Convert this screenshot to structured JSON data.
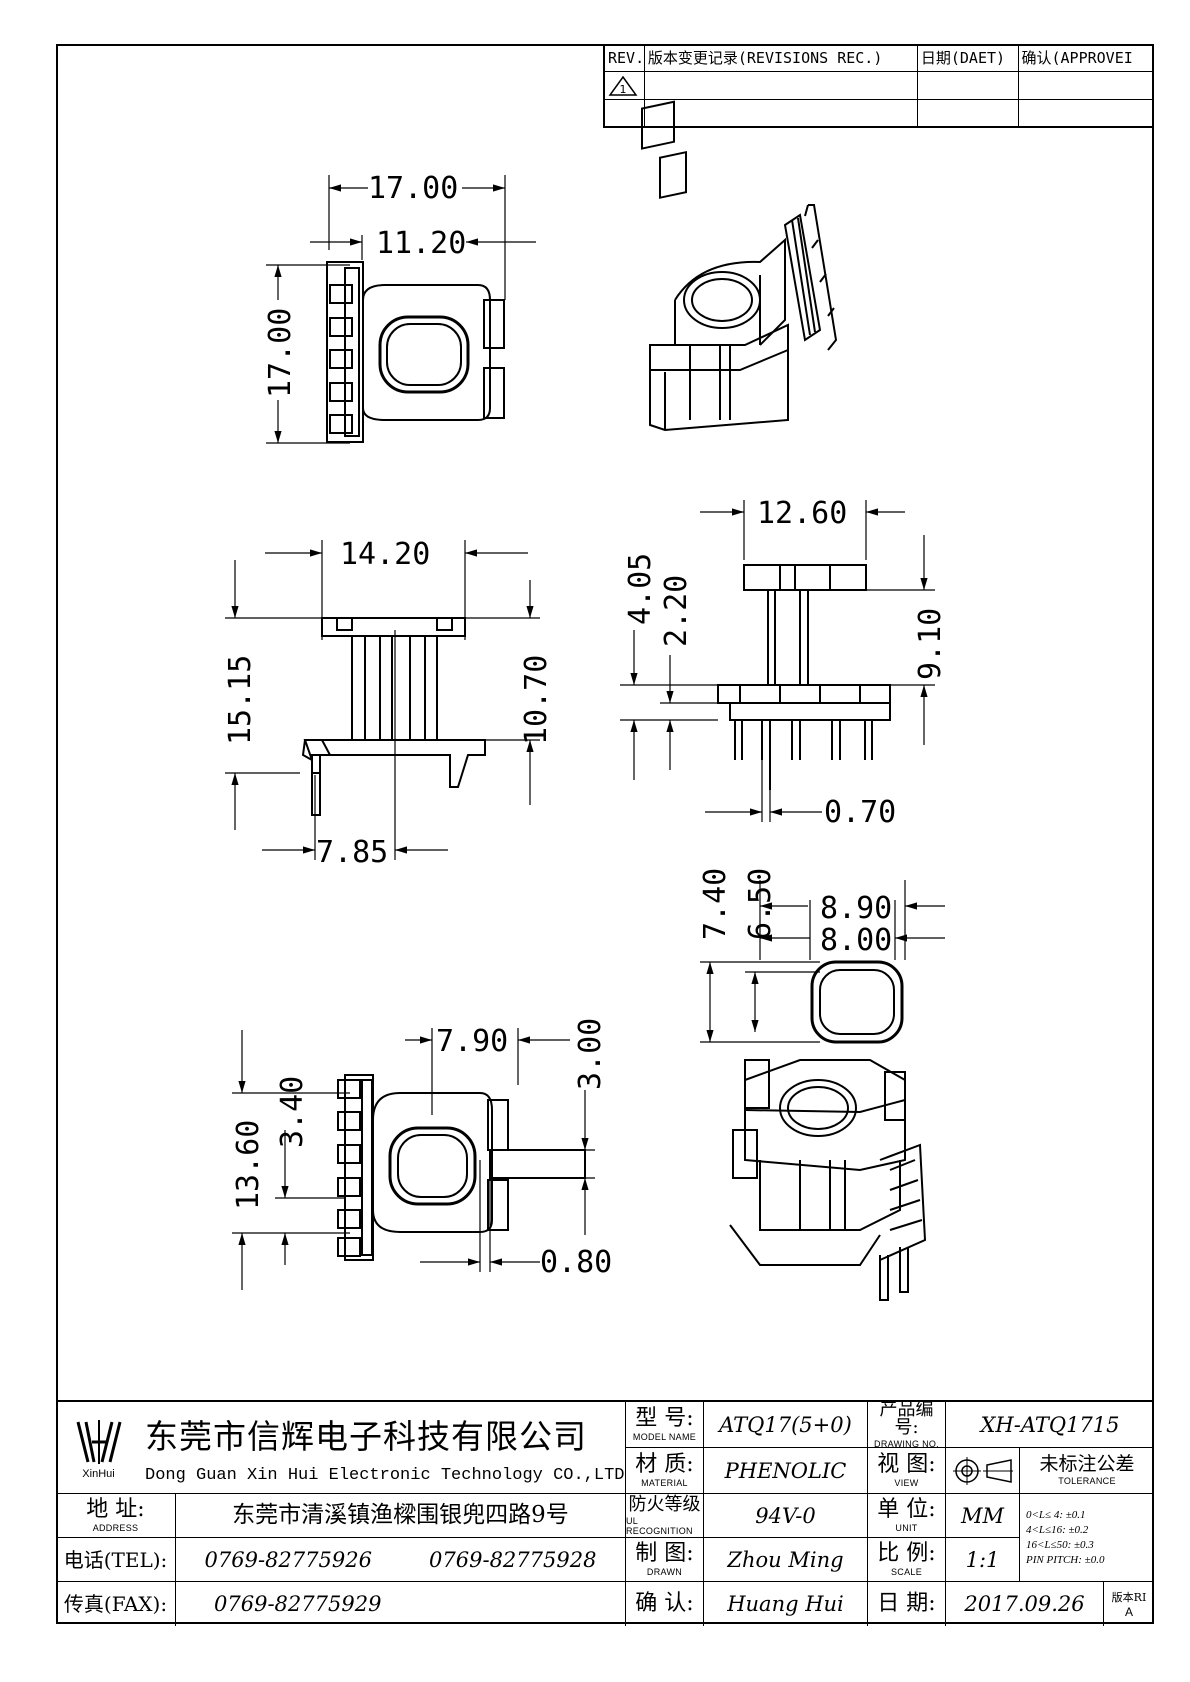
{
  "revision_table": {
    "headers": [
      "REV.",
      "版本变更记录(REVISIONS REC.)",
      "日期(DAET)",
      "确认(APPROVEI"
    ],
    "rev_symbol": "1"
  },
  "dimensions": {
    "top_view": [
      "17.00",
      "11.20",
      "17.00"
    ],
    "front_view": [
      "14.20",
      "15.15",
      "10.70",
      "7.85"
    ],
    "side_view": [
      "12.60",
      "4.05",
      "2.20",
      "9.10",
      "0.70"
    ],
    "core_window": [
      "7.40",
      "6.50",
      "8.90",
      "8.00"
    ],
    "bottom_view": [
      "7.90",
      "3.00",
      "13.60",
      "3.40",
      "0.80"
    ]
  },
  "title_block": {
    "logo_text": "XinHui",
    "company_cn": "东莞市信辉电子科技有限公司",
    "company_en": "Dong Guan Xin Hui Electronic Technology CO.,LTD",
    "address_label": "地  址:",
    "address_label_en": "ADDRESS",
    "address": "东莞市清溪镇渔樑围银兜四路9号",
    "tel_label": "电话(TEL):",
    "tel_1": "0769-82775926",
    "tel_2": "0769-82775928",
    "fax_label": "传真(FAX):",
    "fax": "0769-82775929",
    "model_label": "型  号:",
    "model_label_en": "MODEL NAME",
    "model": "ATQ17(5+0)",
    "material_label": "材  质:",
    "material_label_en": "MATERIAL",
    "material": "PHENOLIC",
    "ul_label": "防火等级",
    "ul_label_en": "UL RECOGNITION",
    "ul": "94V-0",
    "drawn_label": "制  图:",
    "drawn_label_en": "DRAWN",
    "drawn": "Zhou Ming",
    "confirm_label": "确  认:",
    "confirm": "Huang Hui",
    "drawing_no_label": "产品编号:",
    "drawing_no_label_en": "DRAWING NO.",
    "drawing_no": "XH-ATQ1715",
    "view_label": "视  图:",
    "view_label_en": "VIEW",
    "unit_label": "单  位:",
    "unit_label_en": "UNIT",
    "unit": "MM",
    "scale_label": "比  例:",
    "scale_label_en": "SCALE",
    "scale": "1:1",
    "date_label": "日  期:",
    "date": "2017.09.26",
    "tolerance_label": "未标注公差",
    "tolerance_label_en": "TOLERANCE",
    "tolerance_rows": [
      "0<L≤ 4:  ±0.1",
      "4<L≤16:  ±0.2",
      "16<L≤50:  ±0.3",
      "PIN PITCH:  ±0.0"
    ],
    "version_label": "版本RI",
    "version": "A"
  }
}
